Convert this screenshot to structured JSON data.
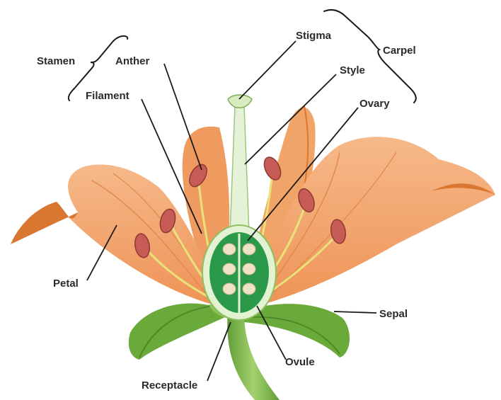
{
  "diagram": {
    "labels": {
      "stamen": "Stamen",
      "anther": "Anther",
      "filament": "Filament",
      "stigma": "Stigma",
      "style": "Style",
      "ovary": "Ovary",
      "carpel": "Carpel",
      "petal": "Petal",
      "sepal": "Sepal",
      "ovule": "Ovule",
      "receptacle": "Receptacle"
    },
    "colors": {
      "petal": "#f2a46c",
      "petal_dark": "#d9762f",
      "sepal": "#6aaa3a",
      "stem": "#7fbf4a",
      "ovary": "#2a9a4a",
      "ovule": "#efe2c8",
      "anther": "#c75b55",
      "filament": "#e9e27a"
    }
  }
}
